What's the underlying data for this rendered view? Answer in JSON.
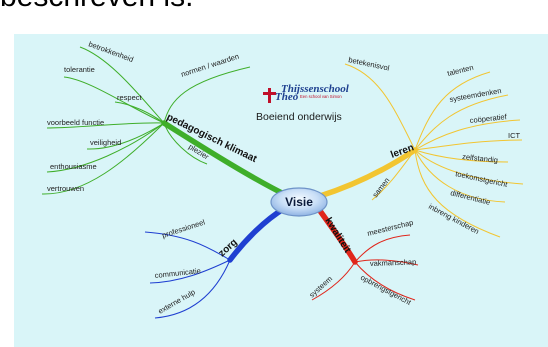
{
  "header": {
    "caption": "beschreven is."
  },
  "logo": {
    "theo": "Theo",
    "school": "Thijssenschool",
    "tagline": "Een school van Simon"
  },
  "subtitle": "Boeiend onderwijs",
  "center": "Visie",
  "branches": {
    "pedagogisch": {
      "label": "pedagogisch klimaat",
      "color": "#3fae2a",
      "leaves": [
        "betrokkenheid",
        "tolerantie",
        "respect",
        "voorbeeld functie",
        "veiligheid",
        "enthousiasme",
        "vertrouwen",
        "normen / waarden",
        "plezier"
      ]
    },
    "leren": {
      "label": "leren",
      "color": "#f2c531",
      "leaves": [
        "betekenisvol",
        "talenten",
        "systeemdenken",
        "coöperatief",
        "ICT",
        "zelfstandig",
        "toekomstgericht",
        "differentiatie",
        "samen",
        "inbreng kinderen"
      ]
    },
    "zorg": {
      "label": "zorg",
      "color": "#1f3fd1",
      "leaves": [
        "professioneel",
        "communicatie",
        "externe hulp"
      ]
    },
    "kwaliteit": {
      "label": "kwaliteit",
      "color": "#e0261b",
      "leaves": [
        "meesterschap",
        "vakmanschap",
        "opbrengstgericht",
        "systeem"
      ]
    }
  }
}
